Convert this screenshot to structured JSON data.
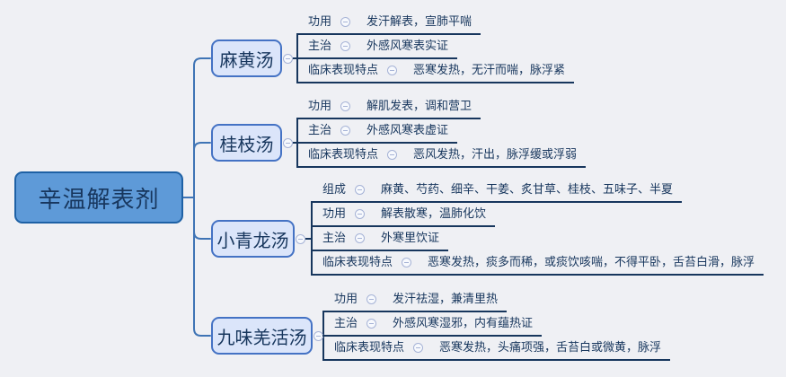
{
  "root": {
    "label": "辛温解表剂"
  },
  "branches": [
    {
      "label": "麻黄汤",
      "rows": [
        {
          "label": "功用",
          "content": "发汗解表，宣肺平喘"
        },
        {
          "label": "主治",
          "content": "外感风寒表实证"
        },
        {
          "label": "临床表现特点",
          "content": "恶寒发热，无汗而喘，脉浮紧"
        }
      ]
    },
    {
      "label": "桂枝汤",
      "rows": [
        {
          "label": "功用",
          "content": "解肌发表，调和营卫"
        },
        {
          "label": "主治",
          "content": "外感风寒表虚证"
        },
        {
          "label": "临床表现特点",
          "content": "恶风发热，汗出，脉浮缓或浮弱"
        }
      ]
    },
    {
      "label": "小青龙汤",
      "rows": [
        {
          "label": "组成",
          "content": "麻黄、芍药、细辛、干姜、炙甘草、桂枝、五味子、半夏"
        },
        {
          "label": "功用",
          "content": "解表散寒，温肺化饮"
        },
        {
          "label": "主治",
          "content": "外寒里饮证"
        },
        {
          "label": "临床表现特点",
          "content": "恶寒发热，痰多而稀，或痰饮咳喘，不得平卧，舌苔白滑，脉浮"
        }
      ]
    },
    {
      "label": "九味羌活汤",
      "rows": [
        {
          "label": "功用",
          "content": "发汗祛湿，兼清里热"
        },
        {
          "label": "主治",
          "content": "外感风寒湿邪，内有蕴热证"
        },
        {
          "label": "临床表现特点",
          "content": "恶寒发热，头痛项强，舌苔白或微黄，脉浮"
        }
      ]
    }
  ],
  "icons": {
    "collapse": "circled-minus"
  },
  "colors": {
    "background": "#eff0f4",
    "root_fill": "#5e9ad8",
    "root_border": "#1e61a5",
    "topic_fill": "#dbe5fa",
    "topic_border": "#4472c4",
    "text": "#17365d",
    "underline": "#17365d",
    "branch_connector": "#3f74b5",
    "collapse_icon": "#a6b3d6"
  }
}
